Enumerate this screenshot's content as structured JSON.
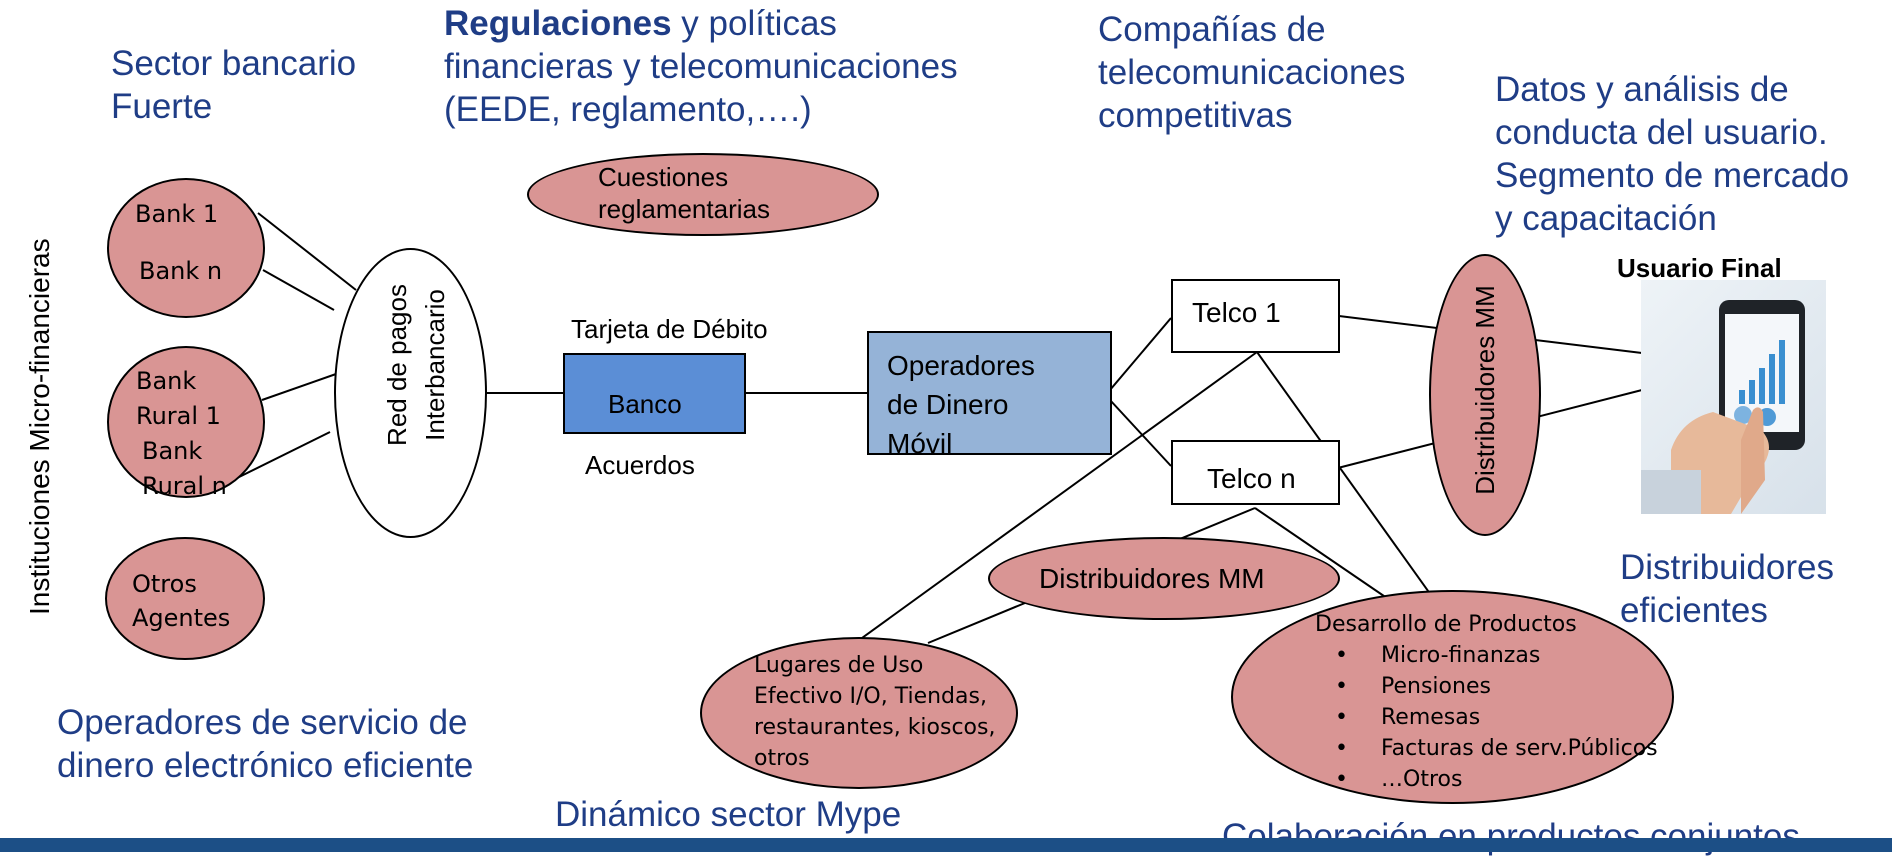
{
  "vertical_label": "Instituciones Micro-financieras",
  "sector_bancario": [
    "Sector bancario",
    "Fuerte"
  ],
  "regulaciones": {
    "bold": "Regulaciones",
    "rest1": " y políticas",
    "line2": "financieras y telecomunicaciones",
    "line3": "(EEDE, reglamento,….)"
  },
  "companias": [
    "Compañías de",
    "telecomunicaciones",
    "competitivas"
  ],
  "datos": [
    "Datos y análisis de",
    "conducta del usuario.",
    "Segmento de mercado",
    "y capacitación"
  ],
  "usuario_final": "Usuario Final",
  "cuestiones": [
    "Cuestiones",
    "reglamentarias"
  ],
  "banks": {
    "bank1": "Bank 1",
    "bankn": "Bank n"
  },
  "rural": [
    "Bank",
    "Rural 1",
    "Bank",
    "Rural n"
  ],
  "otros_agentes": [
    "Otros",
    "Agentes"
  ],
  "red_pagos": [
    "Red de pagos",
    "Interbancario"
  ],
  "tarjeta": "Tarjeta de Débito",
  "banco": "Banco",
  "acuerdos": "Acuerdos",
  "operadores": [
    "Operadores",
    "de Dinero",
    "Móvil"
  ],
  "telco1": "Telco 1",
  "telcon": "Telco n",
  "distrib_vertical": "Distribuidores MM",
  "distrib_mm": "Distribuidores MM",
  "distrib_eficientes": [
    "Distribuidores",
    "eficientes"
  ],
  "lugares": [
    "Lugares de Uso",
    "Efectivo I/O, Tiendas,",
    "restaurantes, kioscos,",
    "otros"
  ],
  "desarrollo": {
    "title": "Desarrollo de Productos",
    "items": [
      "Micro-finanzas",
      "Pensiones",
      "Remesas",
      "Facturas de serv.Públicos",
      "…Otros"
    ]
  },
  "operadores_servicio": [
    "Operadores de servicio de",
    "dinero electrónico eficiente"
  ],
  "dinamico": "Dinámico sector Mype",
  "colaboracion": "Colaboración en productos conjuntos",
  "colors": {
    "heading_blue": "#1f3d86",
    "pink": "#d99594",
    "banco_blue": "#5b8ed6",
    "operadores_blue": "#95b3d7",
    "footer": "#1c4f86"
  }
}
